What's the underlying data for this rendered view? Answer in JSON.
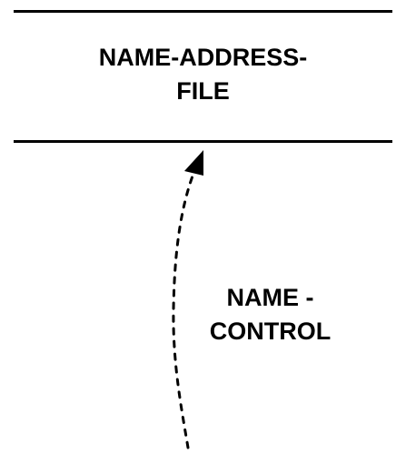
{
  "data_store": {
    "label_line1": "NAME-ADDRESS-",
    "label_line2": "FILE"
  },
  "data_flow": {
    "label_line1": "NAME -",
    "label_line2": "CONTROL"
  },
  "colors": {
    "ink": "#000000",
    "background": "#ffffff"
  }
}
